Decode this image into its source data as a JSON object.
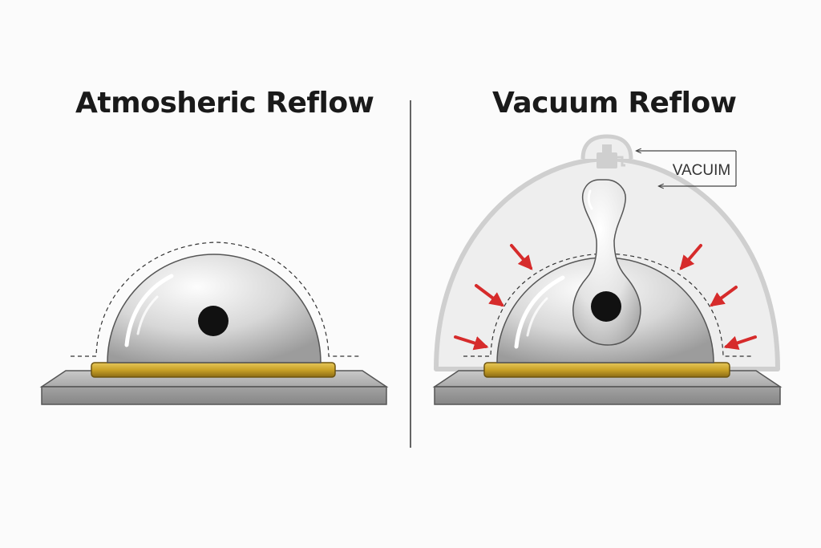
{
  "panels": {
    "left": {
      "title": "Atmosheric Reflow"
    },
    "right": {
      "title": "Vacuum Reflow",
      "vacuum_label": "VACUIM"
    }
  },
  "colors": {
    "pad_gold": "#c9a227",
    "substrate_gray": "#9a9a9a",
    "pressure_arrow_red": "#d62b2b",
    "void_black": "#111111",
    "chamber_gray": "#d9d9d9"
  },
  "icons": [
    "vacuum-pump-icon",
    "pressure-arrow-icon"
  ]
}
